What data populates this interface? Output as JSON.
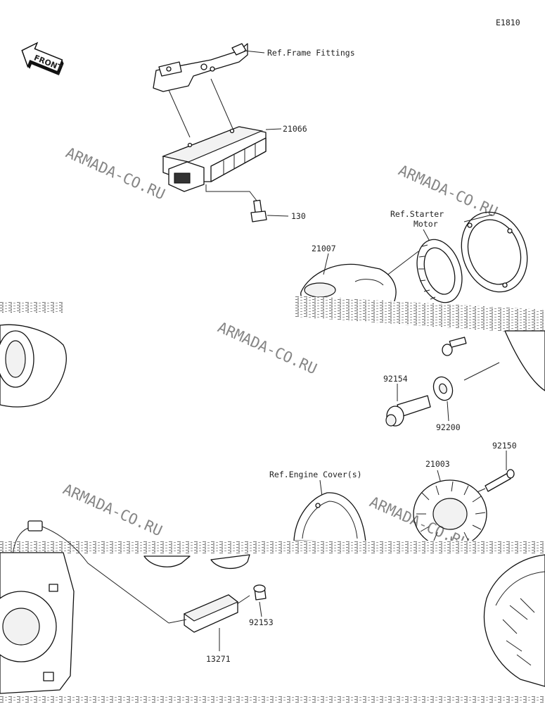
{
  "diagram_code": "E1810",
  "front_badge": "FRONT",
  "watermark": "ARMADA-CO.RU",
  "refs": {
    "frame_fittings": "Ref.Frame Fittings",
    "starter_motor_line1": "Ref.Starter",
    "starter_motor_line2": "Motor",
    "engine_covers": "Ref.Engine Cover(s)"
  },
  "parts": {
    "p21066": "21066",
    "p130": "130",
    "p21007": "21007",
    "p92154": "92154",
    "p92200": "92200",
    "p92150": "92150",
    "p21003": "21003",
    "p92153": "92153",
    "p13271": "13271"
  }
}
